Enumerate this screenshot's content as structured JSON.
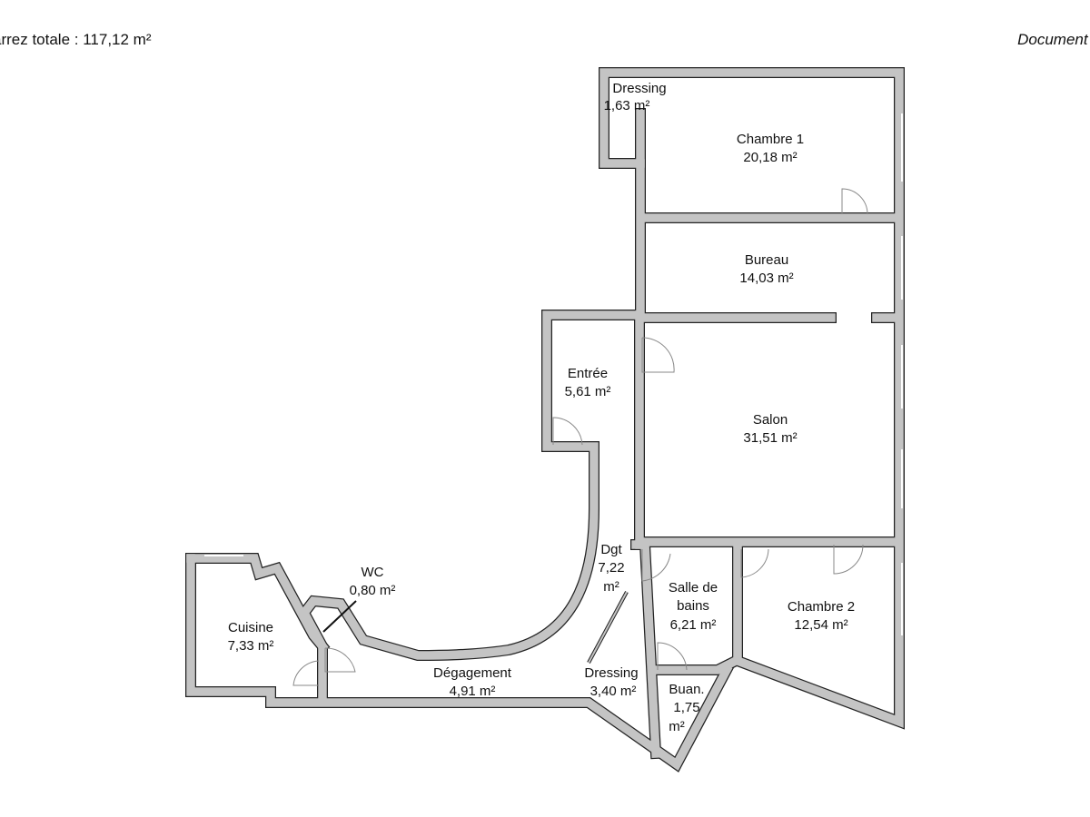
{
  "header": {
    "total_area": "arrez totale :  117,12 m²",
    "document_note": "Document r"
  },
  "rooms": [
    {
      "name": "Dressing",
      "area": "1,63 m²"
    },
    {
      "name": "Chambre 1",
      "area": "20,18 m²"
    },
    {
      "name": "Bureau",
      "area": "14,03 m²"
    },
    {
      "name": "Entrée",
      "area": "5,61 m²"
    },
    {
      "name": "Salon",
      "area": "31,51 m²"
    },
    {
      "name": "Dgt",
      "area_num": "7,22",
      "area_unit": "m²"
    },
    {
      "name_l1": "Salle de",
      "name_l2": "bains",
      "area": "6,21 m²"
    },
    {
      "name": "Chambre 2",
      "area": "12,54 m²"
    },
    {
      "name": "WC",
      "area": "0,80 m²"
    },
    {
      "name": "Cuisine",
      "area": "7,33 m²"
    },
    {
      "name": "Dégagement",
      "area": "4,91 m²"
    },
    {
      "name": "Dressing",
      "area": "3,40 m²"
    },
    {
      "name": "Buan.",
      "area_num": "1,75",
      "area_unit": "m²"
    }
  ],
  "colors": {
    "wall_fill": "#c4c4c4",
    "wall_outline": "#222222"
  }
}
